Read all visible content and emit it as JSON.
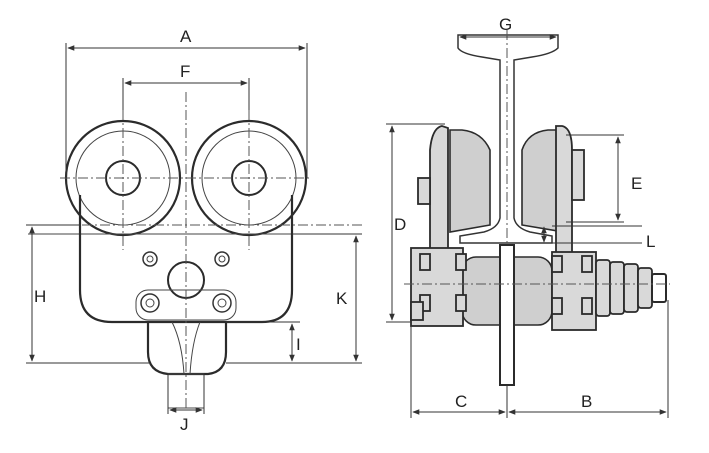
{
  "title": "Trolley dimension drawing",
  "labels": {
    "A": "A",
    "F": "F",
    "H": "H",
    "K": "K",
    "I": "I",
    "J": "J",
    "G": "G",
    "D": "D",
    "E": "E",
    "L": "L",
    "C": "C",
    "B": "B"
  }
}
